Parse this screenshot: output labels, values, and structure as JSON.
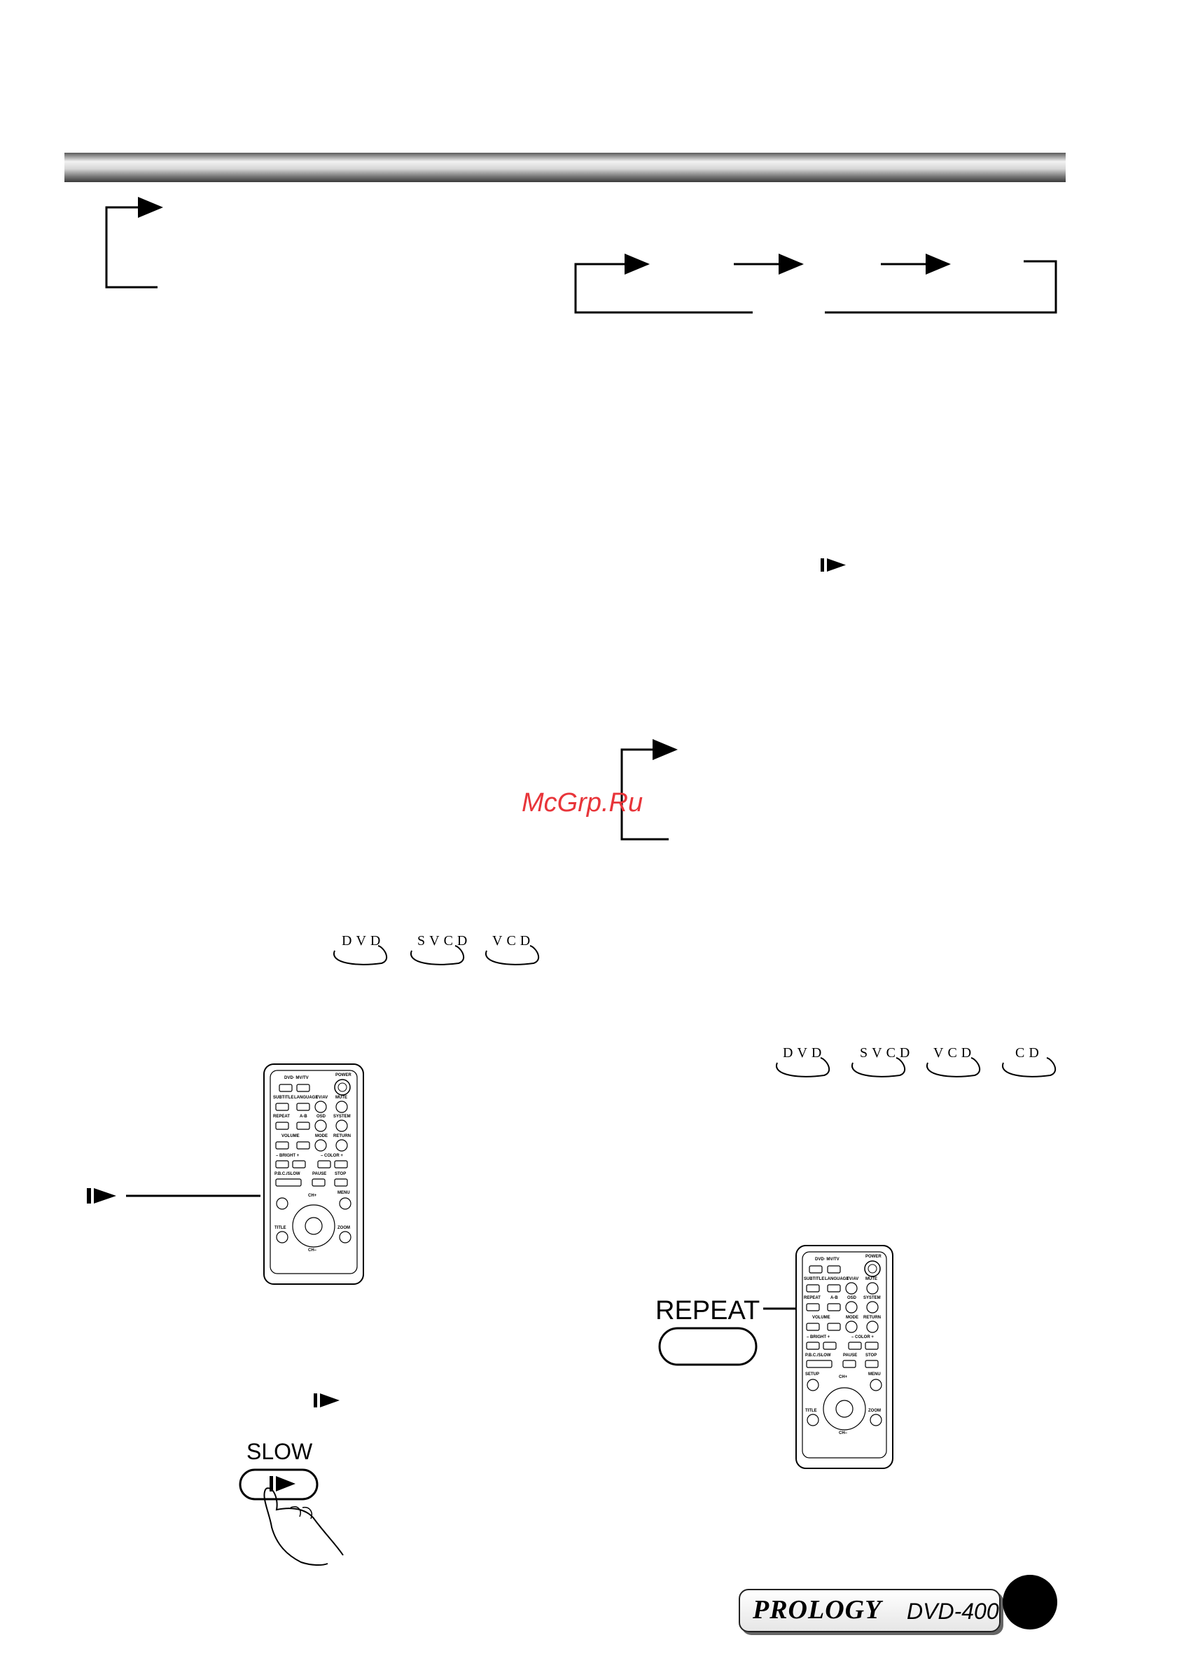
{
  "header": {
    "background": "#b0b0b0"
  },
  "watermark": {
    "text": "McGrp.Ru",
    "color": "#e8353a"
  },
  "disc_badges_left": [
    "DVD",
    "SVCD",
    "VCD"
  ],
  "disc_badges_right": [
    "DVD",
    "SVCD",
    "VCD",
    "CD"
  ],
  "remote": {
    "labels": {
      "dvd_mv_tv": "DVD· MV/TV",
      "power": "POWER",
      "subtitle": "SUBTITLE",
      "language": "LANGUAGE",
      "tv_av": "TV/AV",
      "mute": "MUTE",
      "repeat": "REPEAT",
      "ab": "A-B",
      "osd": "OSD",
      "system": "SYSTEM",
      "volume": "VOLUME",
      "mode": "MODE",
      "return": "RETURN",
      "bright": "– BRIGHT +",
      "color": "– COLOR +",
      "pbc_slow": "P.B.C./SLOW",
      "pause": "PAUSE",
      "stop": "STOP",
      "setup": "SETUP",
      "ch_plus": "CH+",
      "menu": "MENU",
      "title": "TITLE",
      "zoom": "ZOOM",
      "ch_minus": "CH–"
    }
  },
  "slow_button": {
    "label": "SLOW"
  },
  "repeat_button": {
    "label": "REPEAT"
  },
  "footer": {
    "brand": "PROLOGY",
    "model": "DVD-400"
  }
}
